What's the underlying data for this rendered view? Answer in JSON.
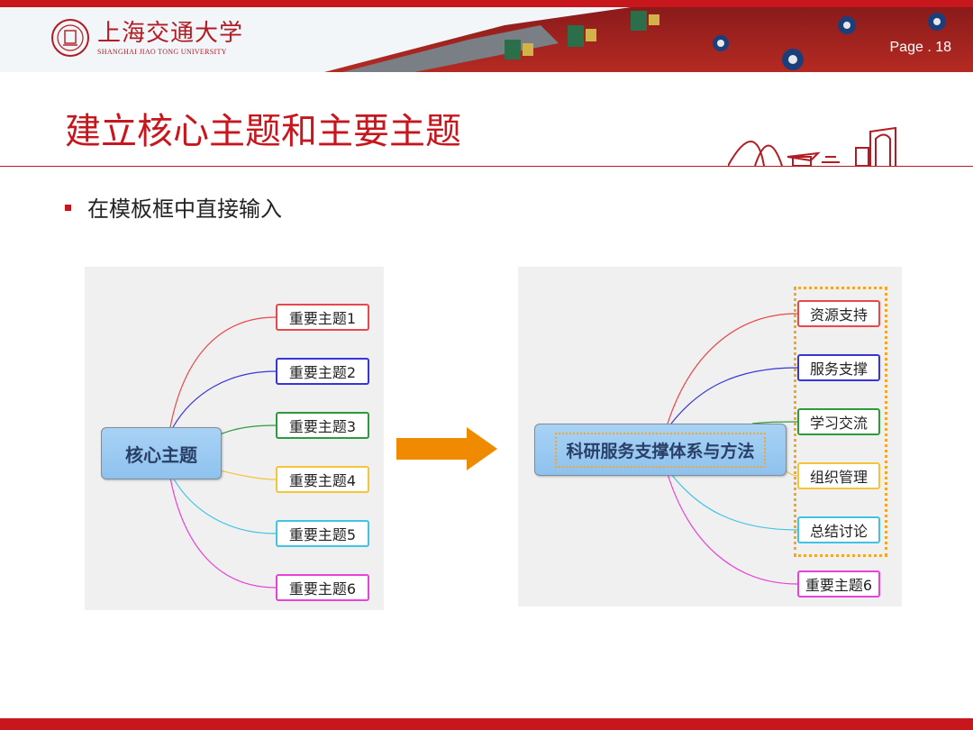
{
  "header": {
    "logo_cn": "上海交通大学",
    "logo_en": "SHANGHAI JIAO TONG UNIVERSITY",
    "page_label": "Page . 18"
  },
  "slide": {
    "title": "建立核心主题和主要主题",
    "bullet": "在模板框中直接输入"
  },
  "left_map": {
    "core": "核心主题",
    "topics": [
      {
        "label": "重要主题1",
        "color": "#e8474b"
      },
      {
        "label": "重要主题2",
        "color": "#3535d8"
      },
      {
        "label": "重要主题3",
        "color": "#2e9b3a"
      },
      {
        "label": "重要主题4",
        "color": "#f2c53a"
      },
      {
        "label": "重要主题5",
        "color": "#40c4e6"
      },
      {
        "label": "重要主题6",
        "color": "#e842d8"
      }
    ]
  },
  "right_map": {
    "core": "科研服务支撑体系与方法",
    "topics": [
      {
        "label": "资源支持",
        "color": "#e8474b"
      },
      {
        "label": "服务支撑",
        "color": "#3535d8"
      },
      {
        "label": "学习交流",
        "color": "#2e9b3a"
      },
      {
        "label": "组织管理",
        "color": "#f2c53a"
      },
      {
        "label": "总结讨论",
        "color": "#40c4e6"
      },
      {
        "label": "重要主题6",
        "color": "#e842d8"
      }
    ]
  },
  "colors": {
    "brand_red": "#c8161d",
    "arrow_orange": "#f08a00",
    "highlight_orange": "#f5a623"
  }
}
